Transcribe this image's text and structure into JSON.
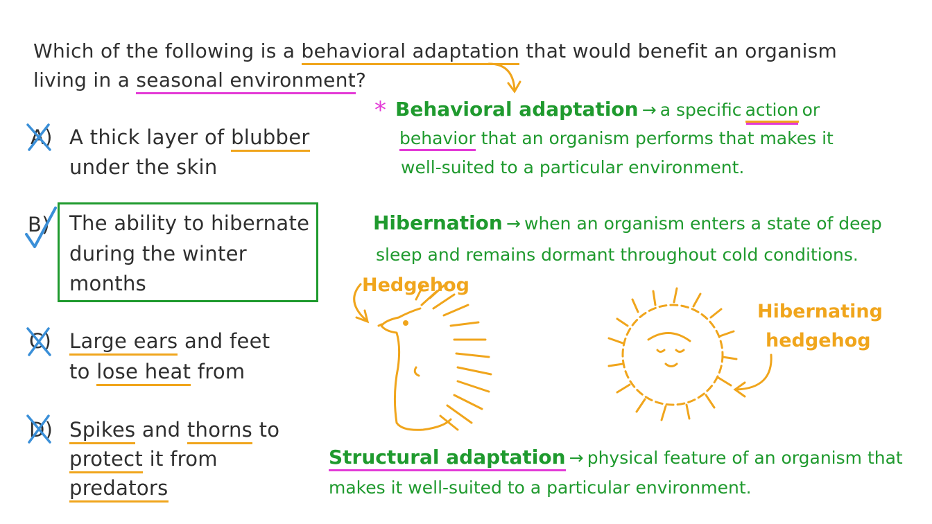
{
  "question": {
    "line1_a": "Which of the following is a",
    "line1_hl": "behavioral adaptation",
    "line1_b": "that would benefit an organism",
    "line2_a": "living in a",
    "line2_hl": "seasonal environment",
    "line2_b": "?"
  },
  "options": [
    {
      "letter": "A)",
      "parts": [
        "A thick layer of ",
        "blubber",
        "under the skin"
      ],
      "state": "crossed"
    },
    {
      "letter": "B)",
      "parts": [
        "The ability to hibernate",
        "during the winter",
        "months"
      ],
      "state": "checked"
    },
    {
      "letter": "C)",
      "parts": [
        "Large",
        " ears",
        " and feet",
        "to ",
        "lose heat",
        " from"
      ],
      "state": "crossed"
    },
    {
      "letter": "D)",
      "parts": [
        "Spikes",
        " and ",
        "thorns",
        " to",
        "protect",
        " it from",
        "predators"
      ],
      "state": "crossed"
    }
  ],
  "notes": {
    "asterisk": "*",
    "behavioral_term": "Behavioral adaptation",
    "behavioral_arrow": "→",
    "behavioral_def1_a": "a specific",
    "behavioral_def1_hl": "action",
    "behavioral_def1_b": "or",
    "behavioral_def2_hl": "behavior",
    "behavioral_def2_b": "that an organism performs that makes it",
    "behavioral_def3": "well-suited to a particular environment.",
    "hibernation_term": "Hibernation",
    "hibernation_arrow": "→",
    "hibernation_def1": "when an organism enters a state of deep",
    "hibernation_def2": "sleep and remains dormant throughout cold conditions.",
    "structural_term": "Structural adaptation",
    "structural_arrow": "→",
    "structural_def1": "physical feature of an organism that",
    "structural_def2": "makes it well-suited to a particular environment."
  },
  "illustrations": {
    "hedgehog_label": "Hedgehog",
    "hibernating_label_1": "Hibernating",
    "hibernating_label_2": "hedgehog"
  },
  "colors": {
    "ink": "#2f2f2f",
    "green": "#1f9a2e",
    "orange": "#f0a51c",
    "pink": "#e33ad6",
    "mark_blue": "#3a8fd8"
  }
}
